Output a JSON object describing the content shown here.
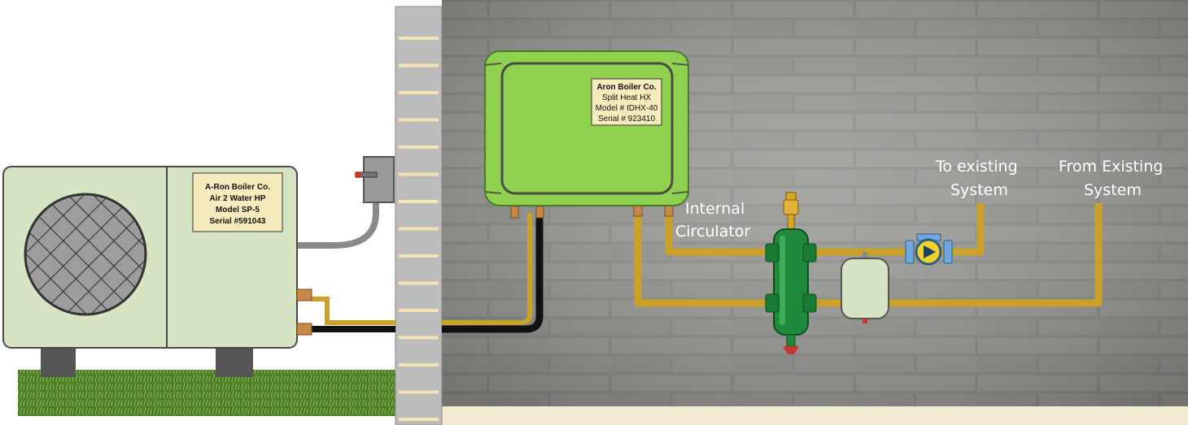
{
  "heat_pump": {
    "nameplate": {
      "line1": "A-Ron Boiler Co.",
      "line2": "Air 2 Water HP",
      "line3": "Model SP-5",
      "line4": "Serial #591043"
    }
  },
  "heat_exchanger": {
    "nameplate": {
      "line1": "Aron Boiler Co.",
      "line2": "Split Heat HX",
      "line3": "Model # IDHX-40",
      "line4": "Serial # 923410"
    }
  },
  "labels": {
    "internal_circulator": [
      "Internal",
      "Circulator"
    ],
    "to_existing": [
      "To existing",
      "System"
    ],
    "from_existing": [
      "From Existing",
      "System"
    ]
  },
  "colors": {
    "pipe": "#c9a227",
    "refrigerant_line": "#111111",
    "heat_exchanger": "#8fd14f",
    "heat_pump": "#d6e4c4",
    "separator": "#1f8a3c",
    "wall": "#8a8a88"
  }
}
